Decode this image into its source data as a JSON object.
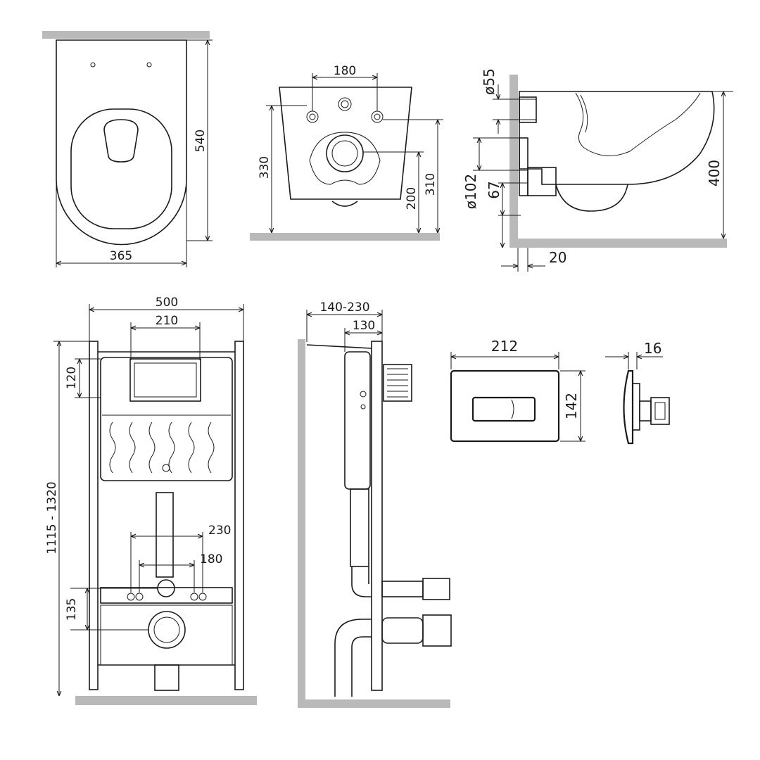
{
  "colors": {
    "line": "#1a1a1a",
    "wall": "#b9b9b9",
    "background": "#ffffff"
  },
  "views": {
    "bowl_top": {
      "width": "365",
      "length": "540"
    },
    "bowl_rear": {
      "bolt_spacing": "180",
      "height_330": "330",
      "height_310": "310",
      "height_200": "200"
    },
    "bowl_side": {
      "inlet_diameter": "ø55",
      "outlet_diameter": "ø102",
      "outlet_height": "67",
      "rim_height": "400",
      "wall_gap": "20"
    },
    "frame_front": {
      "width": "500",
      "tank_width": "210",
      "tank_offset": "120",
      "height_range": "1115 - 1320",
      "stud_230": "230",
      "stud_180": "180",
      "outlet_135": "135"
    },
    "frame_side": {
      "depth_range": "140-230",
      "depth": "130"
    },
    "flush_plate": {
      "width": "212",
      "height": "142",
      "thickness": "16"
    }
  }
}
